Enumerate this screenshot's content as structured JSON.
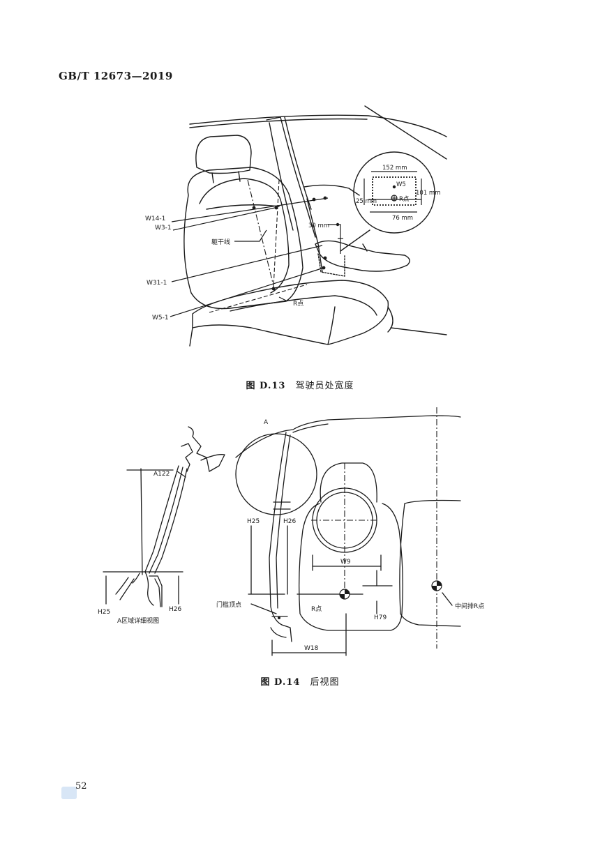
{
  "header": {
    "standard": "GB/T 12673—2019"
  },
  "figure13": {
    "number": "图 D.13",
    "title": "驾驶员处宽度",
    "labels": {
      "w14": "W14-1",
      "w3": "W3-1",
      "torso": "躯干线",
      "w31": "W31-1",
      "w5": "W5-1",
      "rpoint": "R点",
      "mm30": "30 mm",
      "mm152": "152 mm",
      "w5in": "W5",
      "mm101": "101 mm",
      "mm25": "25 mm",
      "rpoint_in": "R点",
      "mm76": "76 mm"
    }
  },
  "figure14": {
    "number": "图 D.14",
    "title": "后视图",
    "labels": {
      "a122": "A122",
      "h25_left": "H25",
      "h26_left": "H26",
      "detail": "A区域详细视图",
      "a": "A",
      "h25": "H25",
      "h26": "H26",
      "w9": "W9",
      "sill": "门槛顶点",
      "rpoint": "R点",
      "h79": "H79",
      "middle_r": "中间排R点",
      "w18": "W18"
    }
  },
  "footer": {
    "page": "52"
  }
}
